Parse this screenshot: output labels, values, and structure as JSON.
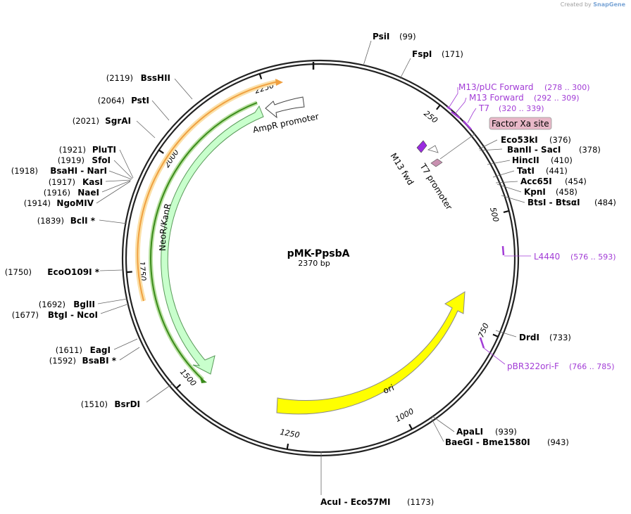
{
  "credit": {
    "prefix": "Created by",
    "brand": "SnapGene"
  },
  "plasmid": {
    "name": "pMK-PpsbA",
    "length_label": "2370 bp",
    "length": 2370
  },
  "ticks": [
    "250",
    "500",
    "750",
    "1000",
    "1250",
    "1500",
    "1750",
    "2000",
    "2250"
  ],
  "enzymes": [
    {
      "id": "psii",
      "name": "PsiI",
      "pos": "(99)"
    },
    {
      "id": "fspi",
      "name": "FspI",
      "pos": "(171)"
    },
    {
      "id": "eco53ki",
      "name": "Eco53kI",
      "pos": "(376)"
    },
    {
      "id": "banii",
      "name": "BanII  -  SacI",
      "pos": "(378)"
    },
    {
      "id": "hincii",
      "name": "HincII",
      "pos": "(410)"
    },
    {
      "id": "tati",
      "name": "TatI",
      "pos": "(441)"
    },
    {
      "id": "acc65i",
      "name": "Acc65I",
      "pos": "(454)"
    },
    {
      "id": "kpni",
      "name": "KpnI",
      "pos": "(458)"
    },
    {
      "id": "btsi",
      "name": "BtsI  -  BtsαI",
      "pos": "(484)"
    },
    {
      "id": "drdi",
      "name": "DrdI",
      "pos": "(733)"
    },
    {
      "id": "apali",
      "name": "ApaLI",
      "pos": "(939)"
    },
    {
      "id": "baegi",
      "name": "BaeGI  -  Bme1580I",
      "pos": "(943)"
    },
    {
      "id": "acui",
      "name": "AcuI  -  Eco57MI",
      "pos": "(1173)"
    },
    {
      "id": "bsrdi",
      "name": "BsrDI",
      "pos": "(1510)"
    },
    {
      "id": "bsabi",
      "name": "BsaBI *",
      "pos": "(1592)"
    },
    {
      "id": "eagi",
      "name": "EagI",
      "pos": "(1611)"
    },
    {
      "id": "btgi",
      "name": "BtgI  -  NcoI",
      "pos": "(1677)"
    },
    {
      "id": "bglii",
      "name": "BglII",
      "pos": "(1692)"
    },
    {
      "id": "ecoo109i",
      "name": "EcoO109I *",
      "pos": "(1750)"
    },
    {
      "id": "bcli",
      "name": "BclI *",
      "pos": "(1839)"
    },
    {
      "id": "ngomiv",
      "name": "NgoMIV",
      "pos": "(1914)"
    },
    {
      "id": "naei",
      "name": "NaeI",
      "pos": "(1916)"
    },
    {
      "id": "kasi",
      "name": "KasI",
      "pos": "(1917)"
    },
    {
      "id": "bsahi",
      "name": "BsaHI  -  NarI",
      "pos": "(1918)"
    },
    {
      "id": "sfoi",
      "name": "SfoI",
      "pos": "(1919)"
    },
    {
      "id": "pluti",
      "name": "PluTI",
      "pos": "(1921)"
    },
    {
      "id": "sgrai",
      "name": "SgrAI",
      "pos": "(2021)"
    },
    {
      "id": "psti",
      "name": "PstI",
      "pos": "(2064)"
    },
    {
      "id": "bsshii",
      "name": "BssHII",
      "pos": "(2119)"
    }
  ],
  "primers": [
    {
      "id": "m13puc",
      "name": "M13/pUC Forward",
      "pos": "(278 .. 300)"
    },
    {
      "id": "m13fwd",
      "name": "M13 Forward",
      "pos": "(292 .. 309)"
    },
    {
      "id": "t7",
      "name": "T7",
      "pos": "(320 .. 339)"
    },
    {
      "id": "l4440",
      "name": "L4440",
      "pos": "(576 .. 593)"
    },
    {
      "id": "pbr322",
      "name": "pBR322ori-F",
      "pos": "(766 .. 785)"
    }
  ],
  "features": {
    "factor_xa": "Factor Xa site",
    "m13_fwd": "M13 fwd",
    "t7_promoter": "T7 promoter",
    "ampr_promoter": "AmpR promoter",
    "neor_kanr": "NeoR/KanR",
    "ori": "ori"
  },
  "colors": {
    "backbone": "#222222",
    "ori": "#ffff00",
    "neor": "#c8ffcc",
    "primer": "#a23cd6",
    "factor_xa": "#e8b8c8",
    "m13_fwd": "#9a2be0",
    "t7_promoter": "#c890b0",
    "orf_orange": "#f0a040",
    "orf_green": "#3a8a1a"
  }
}
